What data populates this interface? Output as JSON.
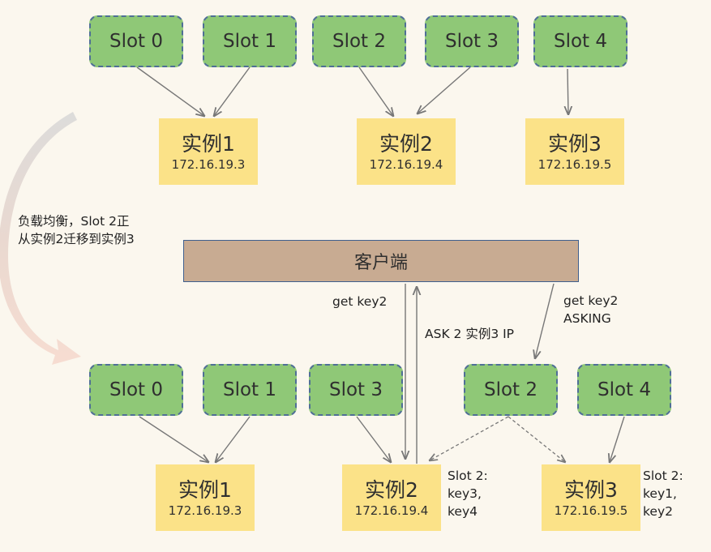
{
  "top": {
    "slots": [
      {
        "label": "Slot 0"
      },
      {
        "label": "Slot 1"
      },
      {
        "label": "Slot 2"
      },
      {
        "label": "Slot 3"
      },
      {
        "label": "Slot 4"
      }
    ],
    "instances": [
      {
        "name": "实例1",
        "ip": "172.16.19.3"
      },
      {
        "name": "实例2",
        "ip": "172.16.19.4"
      },
      {
        "name": "实例3",
        "ip": "172.16.19.5"
      }
    ]
  },
  "migration_note": {
    "line1": "负载均衡，Slot 2正",
    "line2": "从实例2迁移到实例3"
  },
  "client": {
    "label": "客户端"
  },
  "requests": {
    "get_key2": "get  key2",
    "ask_reply": "ASK 2 实例3 IP",
    "asking_line1": "get key2",
    "asking_line2": "ASKING"
  },
  "bottom": {
    "slots": [
      {
        "label": "Slot 0"
      },
      {
        "label": "Slot 1"
      },
      {
        "label": "Slot 3"
      },
      {
        "label": "Slot 2"
      },
      {
        "label": "Slot 4"
      }
    ],
    "instances": [
      {
        "name": "实例1",
        "ip": "172.16.19.3"
      },
      {
        "name": "实例2",
        "ip": "172.16.19.4"
      },
      {
        "name": "实例3",
        "ip": "172.16.19.5"
      }
    ],
    "notes": [
      {
        "line1": "Slot 2:",
        "line2": "key3,",
        "line3": "key4"
      },
      {
        "line1": "Slot 2:",
        "line2": "key1,",
        "line3": "key2"
      }
    ]
  },
  "colors": {
    "slot_fill": "#8fc877",
    "instance_fill": "#fbe288",
    "client_fill": "#c8ab92"
  }
}
